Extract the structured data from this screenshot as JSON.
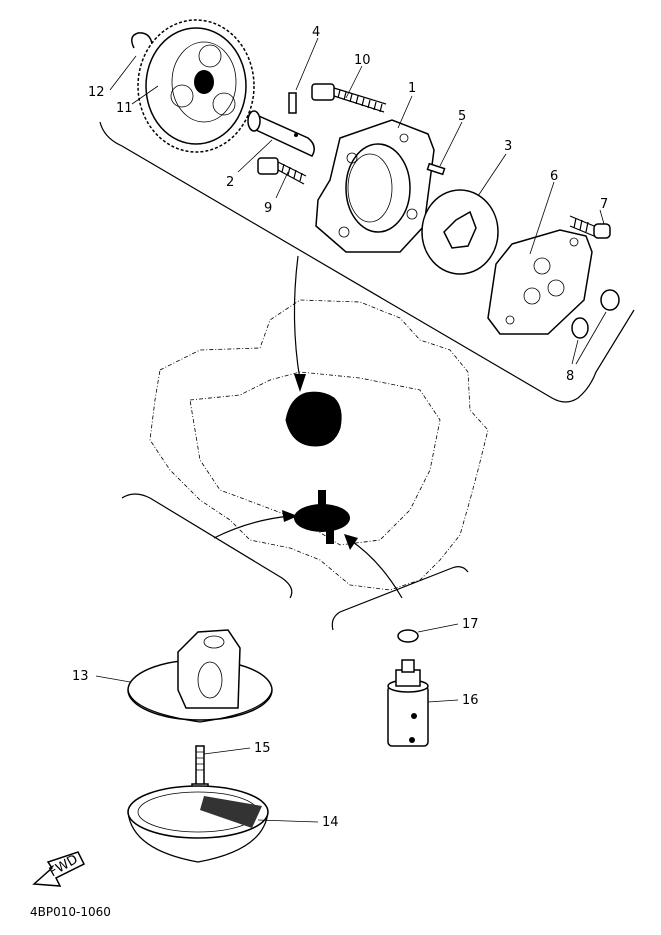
{
  "diagram": {
    "callouts": [
      {
        "id": "c1",
        "label": "1"
      },
      {
        "id": "c2",
        "label": "2"
      },
      {
        "id": "c3",
        "label": "3"
      },
      {
        "id": "c4",
        "label": "4"
      },
      {
        "id": "c5",
        "label": "5"
      },
      {
        "id": "c6",
        "label": "6"
      },
      {
        "id": "c7",
        "label": "7"
      },
      {
        "id": "c8",
        "label": "8"
      },
      {
        "id": "c9",
        "label": "9"
      },
      {
        "id": "c10",
        "label": "10"
      },
      {
        "id": "c11",
        "label": "11"
      },
      {
        "id": "c12",
        "label": "12"
      },
      {
        "id": "c13",
        "label": "13"
      },
      {
        "id": "c14",
        "label": "14"
      },
      {
        "id": "c15",
        "label": "15"
      },
      {
        "id": "c16",
        "label": "16"
      },
      {
        "id": "c17",
        "label": "17"
      }
    ],
    "direction_marker": "FWD",
    "drawing_code": "4BP010-1060"
  }
}
